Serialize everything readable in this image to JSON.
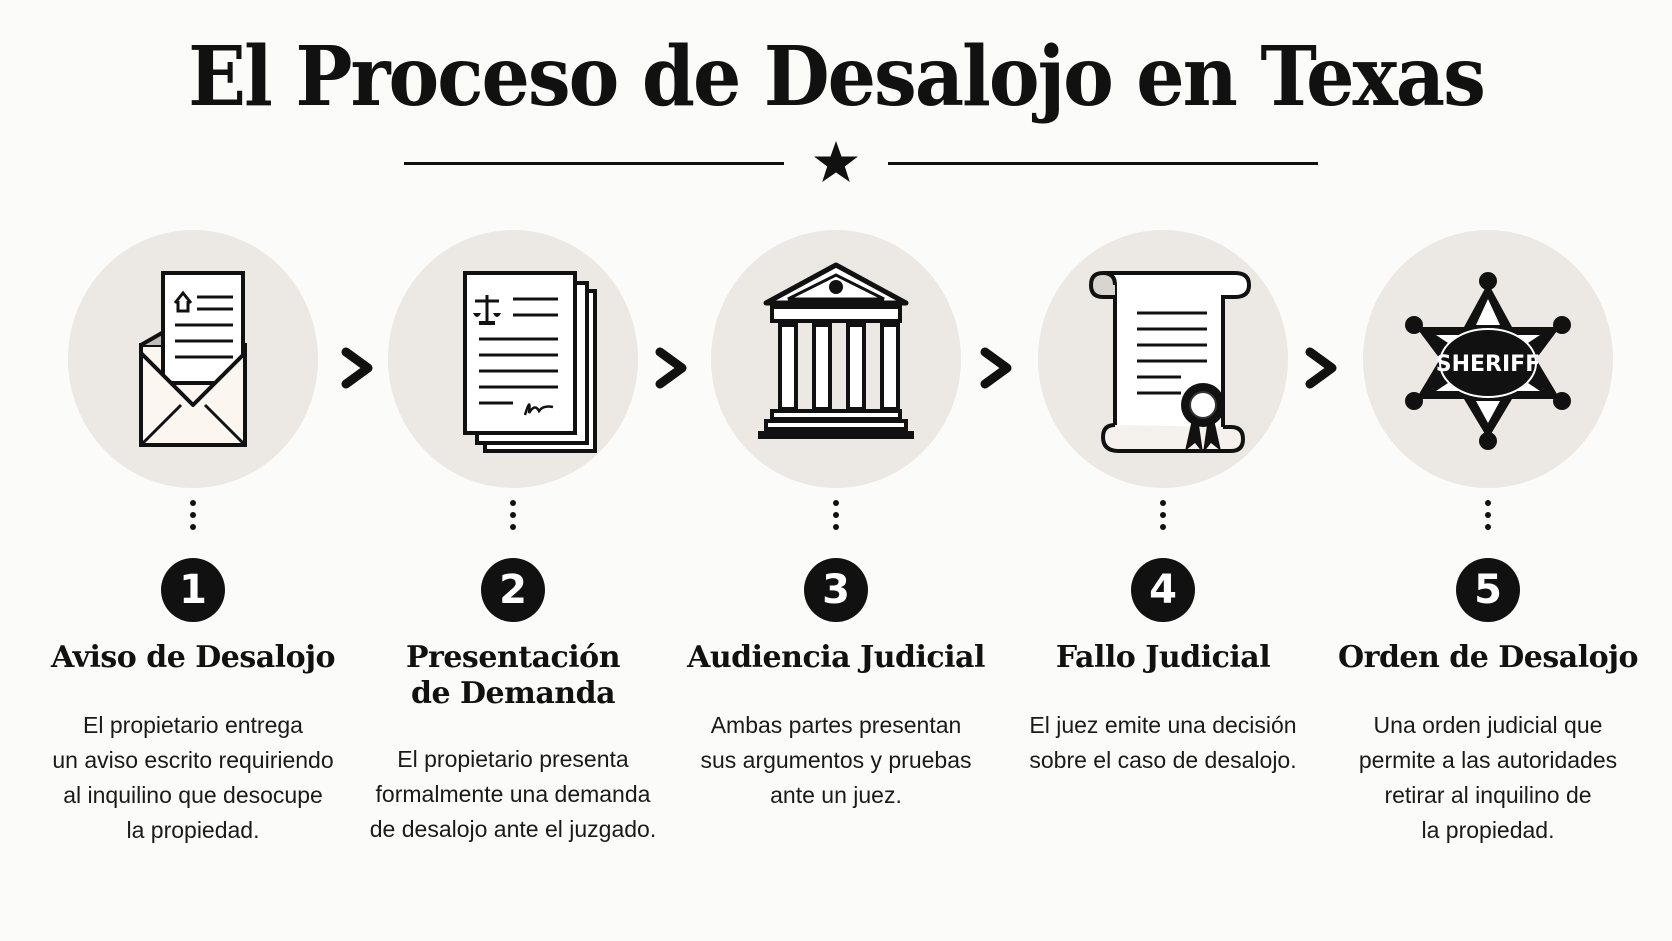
{
  "title": "El Proceso de Desalojo en Texas",
  "colors": {
    "background": "#fbfbfa",
    "circle_fill": "#ece8e3",
    "ink": "#111111"
  },
  "steps": [
    {
      "number": "1",
      "icon": "envelope-letter-house-icon",
      "title": "Aviso de Desalojo",
      "description": "El propietario entrega\nun aviso escrito requiriendo\nal inquilino que desocupe\nla propiedad."
    },
    {
      "number": "2",
      "icon": "legal-documents-scales-icon",
      "title": "Presentación\nde Demanda",
      "description": "El propietario presenta\nformalmente una demanda\nde desalojo ante el juzgado."
    },
    {
      "number": "3",
      "icon": "courthouse-icon",
      "title": "Audiencia Judicial",
      "description": "Ambas partes presentan\nsus argumentos y pruebas\nante un juez."
    },
    {
      "number": "4",
      "icon": "scroll-seal-icon",
      "title": "Fallo Judicial",
      "description": "El juez emite una decisión\nsobre el caso de desalojo."
    },
    {
      "number": "5",
      "icon": "sheriff-badge-icon",
      "title": "Orden de Desalojo",
      "description": "Una orden judicial que\npermite a las autoridades\nretirar al inquilino de\nla propiedad.",
      "badge_text": "SHERIFF"
    }
  ]
}
